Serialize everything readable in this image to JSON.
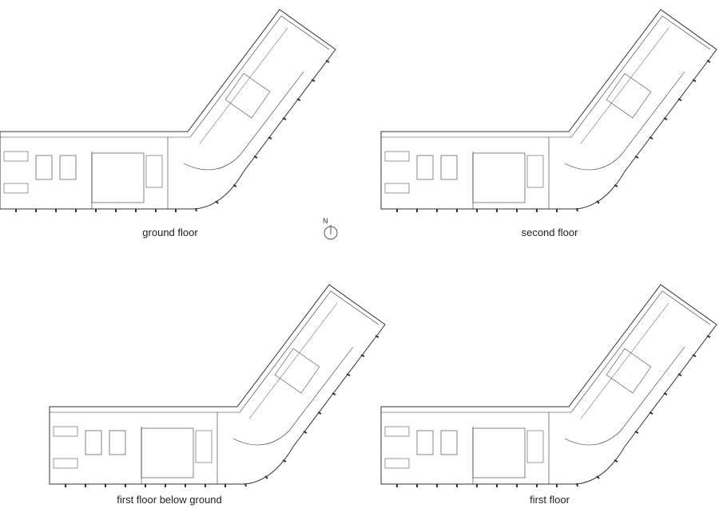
{
  "plans": [
    {
      "name": "ground-floor",
      "label": "ground floor"
    },
    {
      "name": "second-floor",
      "label": "second floor"
    },
    {
      "name": "first-floor-below-ground",
      "label": "first floor below ground"
    },
    {
      "name": "first-floor",
      "label": "first floor"
    }
  ],
  "north_arrow": {
    "label": "N"
  },
  "colors": {
    "line": "#333333",
    "background": "#ffffff"
  }
}
